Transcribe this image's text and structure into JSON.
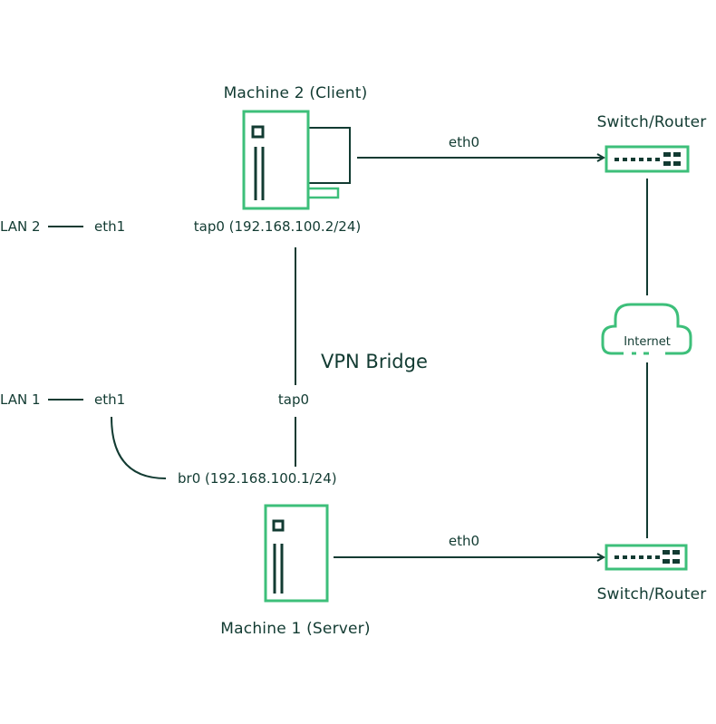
{
  "colors": {
    "accent": "#3dbf7a",
    "ink": "#123b32",
    "background": "#ffffff"
  },
  "nodes": {
    "client": {
      "title": "Machine 2 (Client)",
      "icon": "desktop-computer-icon",
      "tap_label": "tap0 (192.168.100.2/24)"
    },
    "server": {
      "title": "Machine 1 (Server)",
      "icon": "server-tower-icon",
      "tap_label": "tap0",
      "bridge_label": "br0 (192.168.100.1/24)"
    },
    "switch_top": {
      "title": "Switch/Router",
      "icon": "network-switch-icon"
    },
    "switch_bottom": {
      "title": "Switch/Router",
      "icon": "network-switch-icon"
    },
    "internet": {
      "title": "Internet",
      "icon": "cloud-icon"
    },
    "lan2": {
      "label": "LAN 2",
      "iface": "eth1"
    },
    "lan1": {
      "label": "LAN 1",
      "iface": "eth1"
    }
  },
  "links": {
    "client_eth": "eth0",
    "server_eth": "eth0",
    "vpn": "VPN Bridge"
  }
}
